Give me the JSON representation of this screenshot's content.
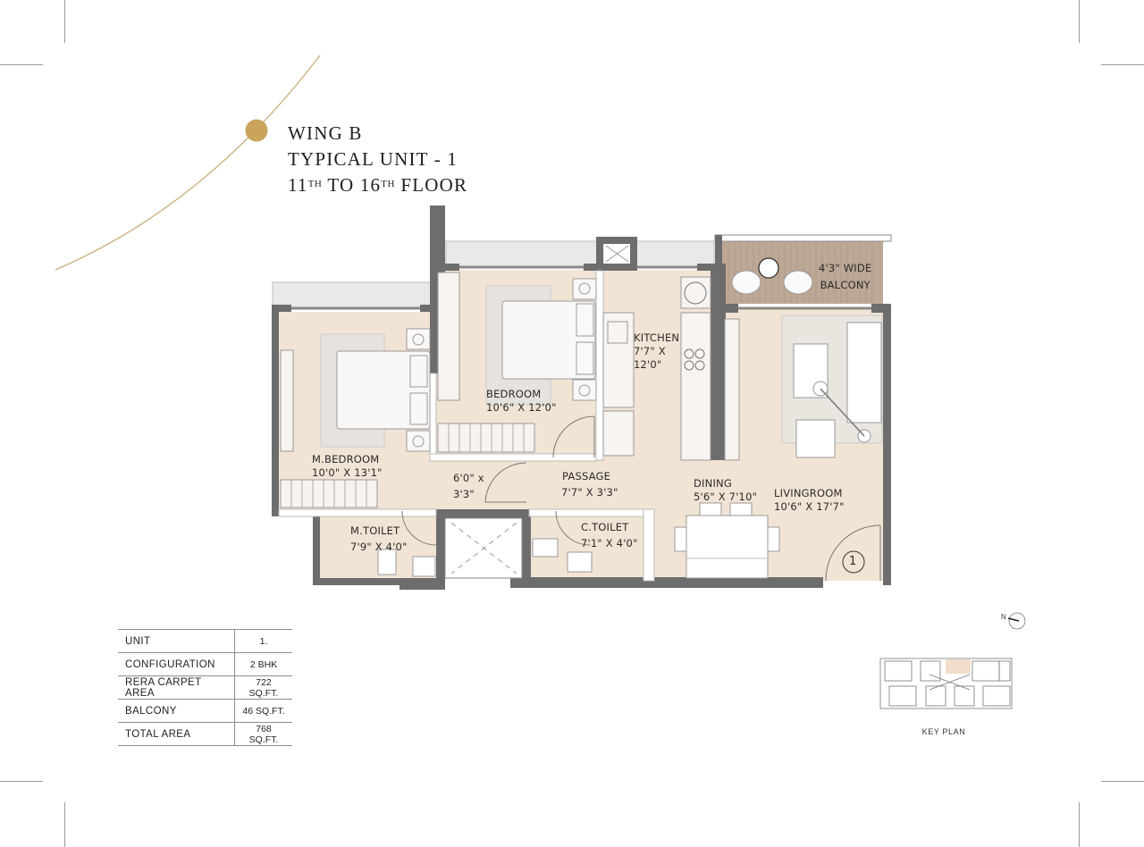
{
  "header": {
    "line1": "WING B",
    "line2": "TYPICAL UNIT - 1",
    "line3_a": "11",
    "line3_sup1": "TH",
    "line3_b": " TO 16",
    "line3_sup2": "TH",
    "line3_c": " FLOOR"
  },
  "colors": {
    "accent_gold": "#c9a45a",
    "wall": "#6d6d6d",
    "floor": "#f2e4d5",
    "balcony_deck": "#bda896",
    "rug": "#e9e5df",
    "ledge": "#e8e8e8",
    "key_highlight": "#efd9c4"
  },
  "rooms": [
    {
      "name": "M.BEDROOM",
      "size": "10'0\" X 13'1\""
    },
    {
      "name": "BEDROOM",
      "size": "10'6\" X 12'0\""
    },
    {
      "name": "KITCHEN",
      "size_a": "7'7\" X",
      "size_b": "12'0\""
    },
    {
      "name": "4'3\" WIDE",
      "size": "BALCONY"
    },
    {
      "name": "PASSAGE",
      "size": "7'7\" X 3'3\""
    },
    {
      "name": "6'0\" x",
      "size": "3'3\""
    },
    {
      "name": "DINING",
      "size": "5'6\" X 7'10\""
    },
    {
      "name": "LIVINGROOM",
      "size": "10'6\" X 17'7\""
    },
    {
      "name": "M.TOILET",
      "size": "7'9\" X 4'0\""
    },
    {
      "name": "C.TOILET",
      "size": "7'1\" X 4'0\""
    }
  ],
  "entrance_marker": "1",
  "spec_table": [
    {
      "label": "UNIT",
      "value": "1."
    },
    {
      "label": "CONFIGURATION",
      "value": "2 BHK"
    },
    {
      "label": "RERA CARPET AREA",
      "value": "722 SQ.FT."
    },
    {
      "label": "BALCONY",
      "value": "46 SQ.FT."
    },
    {
      "label": "TOTAL AREA",
      "value": "768 SQ.FT."
    }
  ],
  "key_plan": {
    "label": "KEY PLAN",
    "north": "N"
  }
}
